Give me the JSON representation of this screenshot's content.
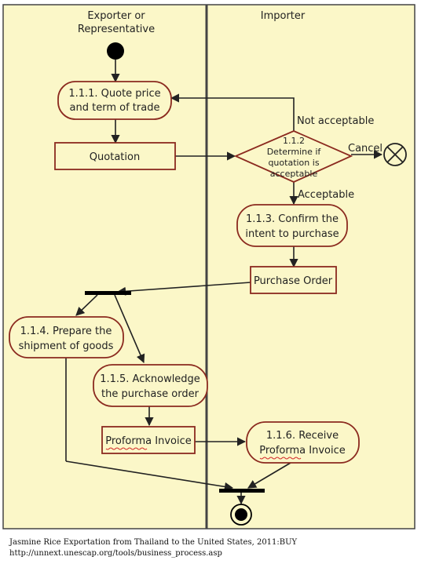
{
  "diagram": {
    "lanes": {
      "exporter_line1": "Exporter or",
      "exporter_line2": "Representative",
      "importer": "Importer"
    },
    "nodes": {
      "quote_line1": "1.1.1. Quote price",
      "quote_line2": "and term of trade",
      "quotation": "Quotation",
      "decision_line1": "1.1.2",
      "decision_line2": "Determine if",
      "decision_line3": "quotation is",
      "decision_line4": "acceptable",
      "confirm_line1": "1.1.3. Confirm the",
      "confirm_line2": "intent to purchase",
      "purchase_order": "Purchase Order",
      "prepare_line1": "1.1.4. Prepare the",
      "prepare_line2": "shipment of goods",
      "ack_line1": "1.1.5. Acknowledge",
      "ack_line2": "the purchase order",
      "proforma_invoice": "Proforma Invoice",
      "receive_line1": "1.1.6. Receive",
      "receive_line2": "Proforma Invoice"
    },
    "edge_labels": {
      "not_acceptable": "Not acceptable",
      "cancel": "Cancel",
      "acceptable": "Acceptable"
    },
    "colors": {
      "background": "#fbf7c8",
      "node_border": "#8b2a1f",
      "edge": "#222222",
      "frame": "#444444"
    }
  },
  "caption": {
    "line1": "Jasmine Rice Exportation from Thailand to the United States, 2011:BUY",
    "line2": "http://unnext.unescap.org/tools/business_process.asp"
  }
}
